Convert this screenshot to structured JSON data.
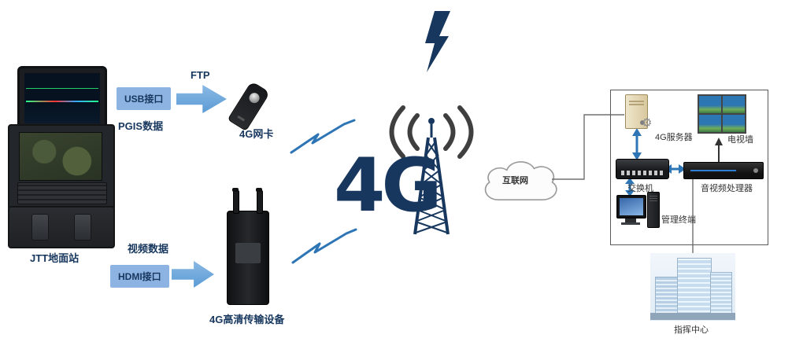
{
  "colors": {
    "accent_blue": "#5B9BD5",
    "label_bg": "#8DB3E2",
    "text_navy": "#17375E",
    "logo_navy": "#17375E",
    "bolt_blue": "#2E75B6",
    "line_gray": "#707070",
    "label_dark": "#333333"
  },
  "left": {
    "ground_station_label": "JTT地面站",
    "usb_interface": "USB接口",
    "ftp": "FTP",
    "pgis_data": "PGIS数据",
    "net_card": "4G网卡",
    "video_data": "视频数据",
    "hdmi_interface": "HDMI接口",
    "hd_device": "4G高清传输设备"
  },
  "center": {
    "logo": "4G"
  },
  "right": {
    "internet": "互联网",
    "server": "4G服务器",
    "tv_wall": "电视墙",
    "switch": "交换机",
    "av_processor": "音视频处理器",
    "terminal": "管理终端",
    "command_center": "指挥中心"
  }
}
